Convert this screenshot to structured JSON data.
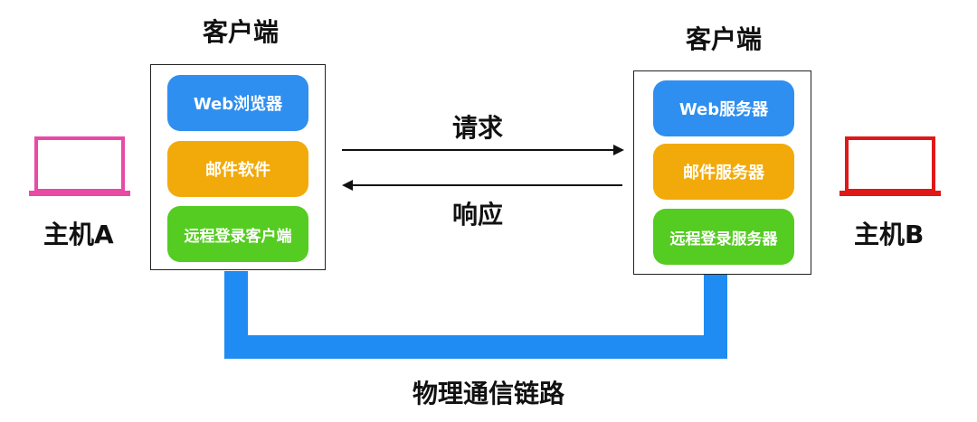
{
  "client_left": {
    "title": "客户端",
    "items": [
      {
        "label": "Web浏览器",
        "color": "#2f8ff0"
      },
      {
        "label": "邮件软件",
        "color": "#f2aa0a"
      },
      {
        "label": "远程登录客户端",
        "color": "#55cc22"
      }
    ]
  },
  "client_right": {
    "title": "客户端",
    "items": [
      {
        "label": "Web服务器",
        "color": "#2f8ff0"
      },
      {
        "label": "邮件服务器",
        "color": "#f2aa0a"
      },
      {
        "label": "远程登录服务器",
        "color": "#55cc22"
      }
    ]
  },
  "host_a": {
    "label": "主机A",
    "color": "#e84aa6"
  },
  "host_b": {
    "label": "主机B",
    "color": "#e01818"
  },
  "arrows": {
    "request": "请求",
    "response": "响应"
  },
  "link": {
    "label": "物理通信链路",
    "color": "#1e8cf2"
  }
}
